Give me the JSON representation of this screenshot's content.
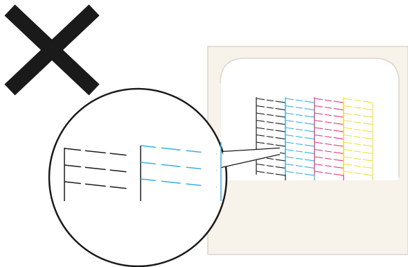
{
  "illustration": {
    "result_mark": "cross-icon",
    "subject": "nozzle-check-pattern",
    "colors": {
      "mark": "#1a1a1a",
      "paper": "#f7f2ea",
      "paper_edge": "#dcd6cc",
      "black": "#1a1a1a",
      "cyan": "#3aaee0",
      "magenta": "#e0388a",
      "yellow": "#f2df3c"
    },
    "pattern": {
      "ink_columns": [
        "black",
        "cyan",
        "magenta",
        "yellow"
      ],
      "lines_per_column": 11,
      "broken_lines": true
    }
  }
}
